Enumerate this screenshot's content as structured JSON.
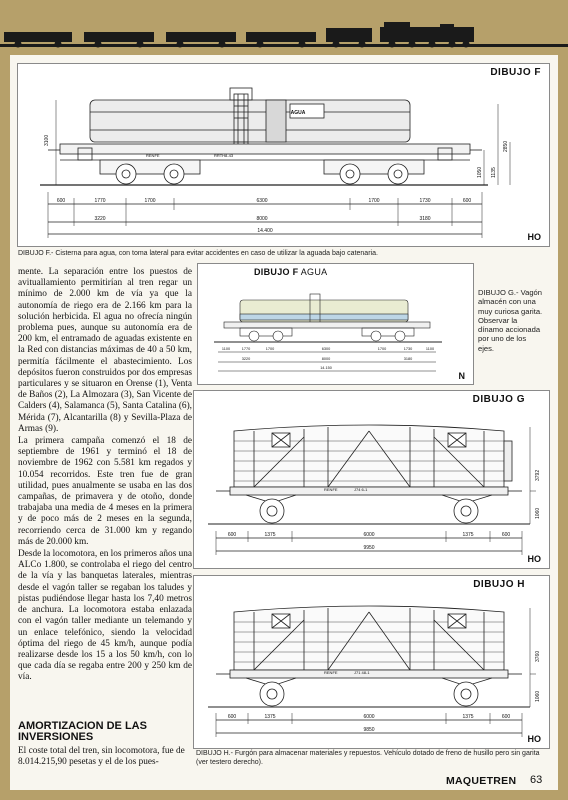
{
  "header": {
    "train_icon": "locomotive-silhouette"
  },
  "drawing_f": {
    "title": "DIBUJO F",
    "ho": "HO",
    "tank_label": "AGUA",
    "side_label_1": "RENFE",
    "side_label_2": "RRTH8-43",
    "dims_top": [
      "600",
      "1770",
      "1700",
      "6300",
      "1700",
      "1730",
      "600"
    ],
    "dims_mid": [
      "3220",
      "8000",
      "3180"
    ],
    "dims_bottom": "14.400",
    "heights": [
      "3100",
      "2850",
      "1050",
      "1135"
    ],
    "caption": "DIBUJO F.- Cisterna para agua, con toma lateral para evitar accidentes en caso de utilizar la aguada bajo catenaria."
  },
  "drawing_f_agua": {
    "title_bold": "DIBUJO F",
    "title_light": "AGUA",
    "scale": "N",
    "dims": [
      "1100",
      "1770",
      "1700",
      "6300",
      "1700",
      "1730",
      "1100"
    ],
    "dims_mid": [
      "3220",
      "8000",
      "3180"
    ],
    "dims_bottom": "14.150"
  },
  "side_caption_g": "DIBUJO G.- Vagón almacén con una muy curiosa garita. Observar la dínamo accionada por uno de los ejes.",
  "drawing_g": {
    "title": "DIBUJO G",
    "ho": "HO",
    "dims": [
      "600",
      "1375",
      "6000",
      "1375",
      "600"
    ],
    "dims_bottom": "9950",
    "heights": [
      "3792",
      "1060"
    ],
    "side_label_1": "RENFE",
    "side_label_2": "J74 6-1"
  },
  "drawing_h": {
    "title": "DIBUJO H",
    "ho": "HO",
    "dims": [
      "600",
      "1375",
      "6000",
      "1375",
      "600"
    ],
    "dims_bottom": "9850",
    "heights": [
      "3760",
      "1060"
    ],
    "side_label_1": "RENFE",
    "side_label_2": "J71 48-1",
    "caption": "DIBUJO H.- Furgón para almacenar materiales y repuestos. Vehículo dotado de freno de husillo pero sin garita (ver testero derecho)."
  },
  "article": {
    "paragraphs": [
      "mente. La separación entre los puestos de avituallamiento permitirían al tren regar un mínimo de 2.000 km de vía ya que la autonomía de riego era de 2.166 km para la solución herbicida. El agua no ofrecía ningún problema pues, aunque su autonomía era de 200 km, el entramado de aguadas existente en la Red con distancias máximas de 40 a 50 km, permitía fácilmente el abastecimiento. Los depósitos fueron construidos por dos empresas particulares y se situaron en Orense (1), Venta de Baños (2), La Almozara (3), San Vicente de Calders (4), Salamanca (5), Santa Catalina (6), Mérida (7), Alcantarilla (8) y Sevilla-Plaza de Armas (9).",
      "La primera campaña comenzó el 18 de septiembre de 1961 y terminó el 18 de noviembre de 1962 con 5.581 km regados y 10.054 recorridos. Este tren fue de gran utilidad, pues anualmente se usaba en las dos campañas, de primavera y de otoño, donde trabajaba una media de 4 meses en la primera y de poco más de 2 meses en la segunda, recorriendo cerca de 31.000 km y regando más de 20.000 km.",
      "Desde la locomotora, en los primeros años una ALCo 1.800, se controlaba el riego del centro de la vía y las banquetas laterales, mientras desde el vagón taller se regaban los taludes y pistas pudiéndose llegar hasta los 7,40 metros de anchura. La locomotora estaba enlazada con el vagón taller mediante un telemando y un enlace telefónico, siendo la velocidad óptima del riego de 45 km/h, aunque podía realizarse desde los 15 a los 50 km/h, con lo que cada día se regaba entre 200 y 250 km de vía."
    ],
    "section_heading": "AMORTIZACION DE LAS INVERSIONES",
    "last_paragraph": "El coste total del tren, sin locomotora, fue de 8.014.215,90 pesetas y el de los pues-"
  },
  "footer": {
    "magazine": "MAQUETREN",
    "page_number": "63"
  }
}
